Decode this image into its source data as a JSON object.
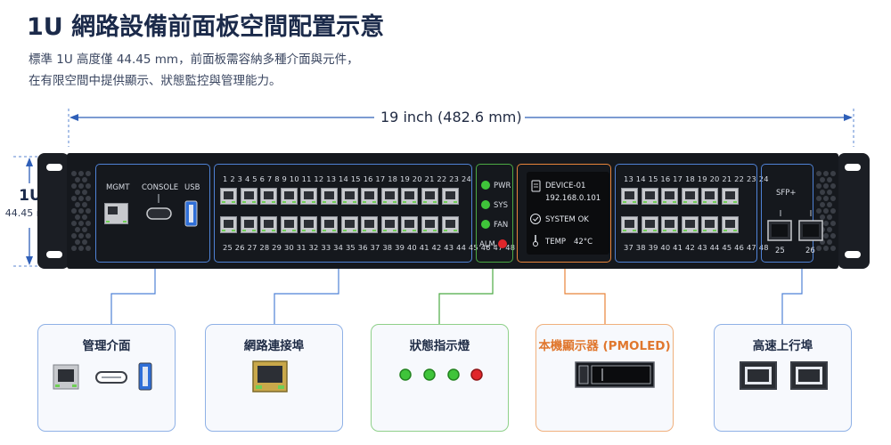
{
  "title": "1U 網路設備前面板空間配置示意",
  "description": {
    "line1": "標準 1U 高度僅 44.45 mm，前面板需容納多種介面與元件，",
    "line2": "在有限空間中提供顯示、狀態監控與管理能力。"
  },
  "dimensions": {
    "width_label": "19 inch (482.6 mm)",
    "height_label": "1U",
    "height_mm": "44.45 mm"
  },
  "mgmt_section": {
    "mgmt_label": "MGMT",
    "console_label": "CONSOLE",
    "usb_label": "USB"
  },
  "port_bank_left": {
    "top_numbers": "1 2 3 4 5 6 7 8 9 10 11 12 13 14 15 16 17 18 19 20 21 22 23 24",
    "bottom_numbers": "25 26 27 28 29 30 31 32 33 34 35 36 37 38 39 40 41 42 43 44 45 46 47 48"
  },
  "port_bank_right": {
    "top_numbers": "13 14 15 16 17 18 19 20 21 22 23 24",
    "bottom_numbers": "37 38 39 40 41 42 43 44 45 46 47 48"
  },
  "status_leds": {
    "pwr": "PWR",
    "sys": "SYS",
    "fan": "FAN",
    "alm": "ALM"
  },
  "display": {
    "device_name": "DEVICE-01",
    "ip": "192.168.0.101",
    "status": "SYSTEM OK",
    "temp_label": "TEMP",
    "temp_value": "42°C"
  },
  "sfp": {
    "label": "SFP+",
    "port_a": "25",
    "port_b": "26"
  },
  "cards": {
    "mgmt": "管理介面",
    "network": "網路連接埠",
    "status": "狀態指示燈",
    "display": "本機顯示器 (PMOLED)",
    "uplink": "高速上行埠"
  },
  "colors": {
    "blue_accent": "#4f82d6",
    "green_accent": "#4caa44",
    "orange_accent": "#e8843a",
    "led_green": "#3fc43a",
    "led_red": "#e0262b",
    "panel": "#15181d"
  }
}
